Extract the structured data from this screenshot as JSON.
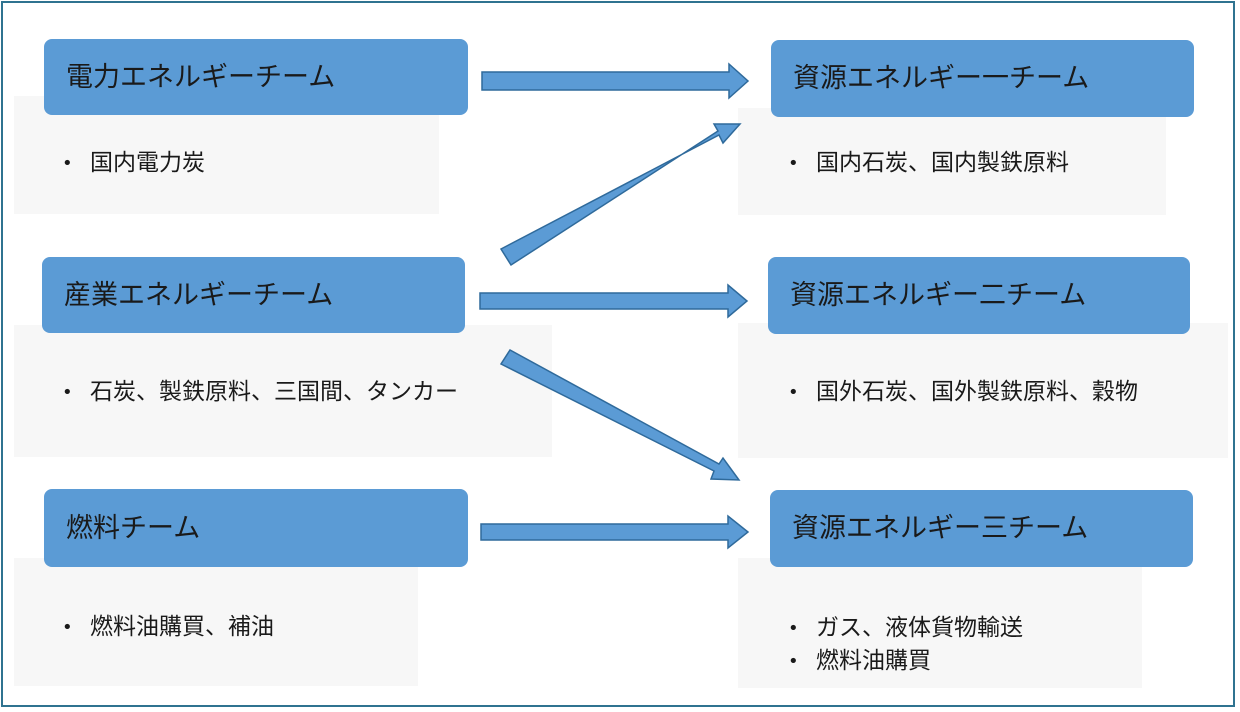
{
  "left_teams": [
    {
      "title": "電力エネルギーチーム",
      "items": [
        "国内電力炭"
      ]
    },
    {
      "title": "産業エネルギーチーム",
      "items": [
        "石炭、製鉄原料、三国間、タンカー"
      ]
    },
    {
      "title": "燃料チーム",
      "items": [
        "燃料油購買、補油"
      ]
    }
  ],
  "right_teams": [
    {
      "title": "資源エネルギー一チーム",
      "items": [
        "国内石炭、国内製鉄原料"
      ]
    },
    {
      "title": "資源エネルギー二チーム",
      "items": [
        "国外石炭、国外製鉄原料、穀物"
      ]
    },
    {
      "title": "資源エネルギー三チーム",
      "items": [
        "ガス、液体貨物輸送",
        "燃料油購買"
      ]
    }
  ],
  "colors": {
    "box": "#5b9bd5",
    "arrow": "#5b9bd5",
    "arrow_border": "#2f6a9b",
    "frame": "#2f7390"
  },
  "arrows": [
    {
      "from": "電力エネルギーチーム",
      "to": "資源エネルギー一チーム"
    },
    {
      "from": "産業エネルギーチーム",
      "to": "資源エネルギー一チーム"
    },
    {
      "from": "産業エネルギーチーム",
      "to": "資源エネルギー二チーム"
    },
    {
      "from": "産業エネルギーチーム",
      "to": "資源エネルギー三チーム"
    },
    {
      "from": "燃料チーム",
      "to": "資源エネルギー三チーム"
    }
  ]
}
